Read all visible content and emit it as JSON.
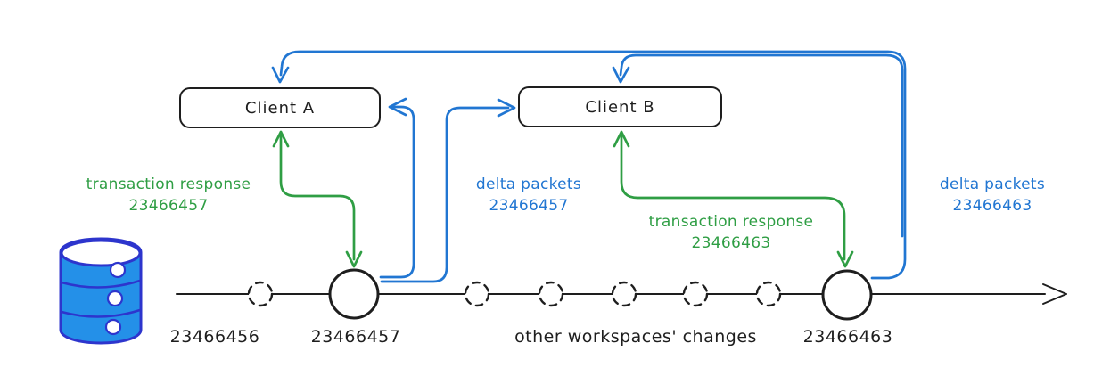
{
  "clients": {
    "a": {
      "label": "Client A"
    },
    "b": {
      "label": "Client B"
    }
  },
  "annotations": {
    "transaction_response_a": {
      "line1": "transaction response",
      "line2": "23466457"
    },
    "delta_packets_a": {
      "line1": "delta packets",
      "line2": "23466457"
    },
    "transaction_response_b": {
      "line1": "transaction response",
      "line2": "23466463"
    },
    "delta_packets_b": {
      "line1": "delta packets",
      "line2": "23466463"
    }
  },
  "timeline": {
    "labels": {
      "prev_commit": "23466456",
      "commit_a": "23466457",
      "middle": "other workspaces' changes",
      "commit_b": "23466463"
    }
  },
  "icons": {
    "database": "database-cylinder-icon"
  },
  "colors": {
    "green": "#2f9e44",
    "blue": "#2176d2",
    "ink": "#1e1e1e",
    "db_fill": "#2490e8",
    "db_stroke": "#2d35cd",
    "background": "#ffffff"
  }
}
